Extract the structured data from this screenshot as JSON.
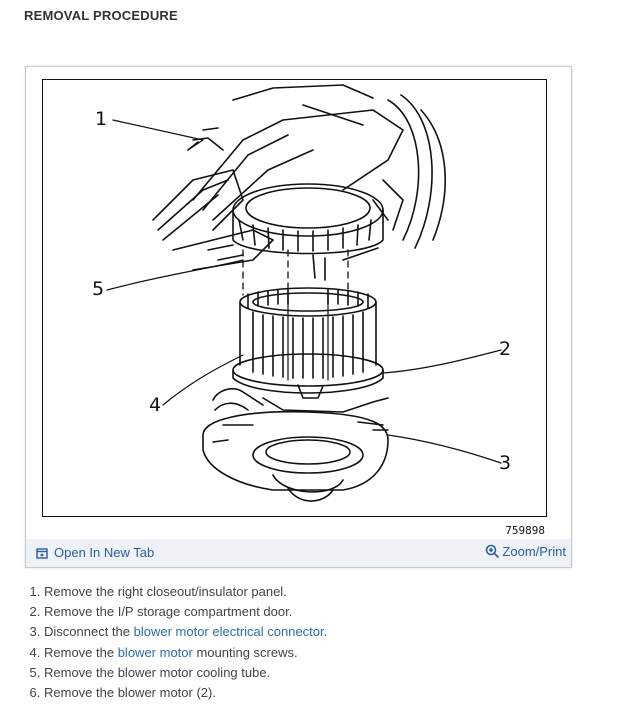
{
  "heading": "REMOVAL PROCEDURE",
  "figure": {
    "callouts": [
      "1",
      "2",
      "3",
      "4",
      "5"
    ],
    "id": "759898"
  },
  "toolbar": {
    "open_tab_label": "Open In New Tab",
    "open_tab_icon": "open-new-tab-icon",
    "zoom_label": "Zoom/Print",
    "zoom_icon": "magnifier-icon",
    "link_color": "#2c5e9e"
  },
  "steps": [
    {
      "before": "Remove the right closeout/insulator panel.",
      "link": "",
      "after": ""
    },
    {
      "before": "Remove the I/P storage compartment door.",
      "link": "",
      "after": ""
    },
    {
      "before": "Disconnect the ",
      "link": "blower motor electrical connector",
      "after": "."
    },
    {
      "before": "Remove the ",
      "link": "blower motor",
      "after": " mounting screws."
    },
    {
      "before": "Remove the blower motor cooling tube.",
      "link": "",
      "after": ""
    },
    {
      "before": "Remove the blower motor (2).",
      "link": "",
      "after": ""
    }
  ]
}
